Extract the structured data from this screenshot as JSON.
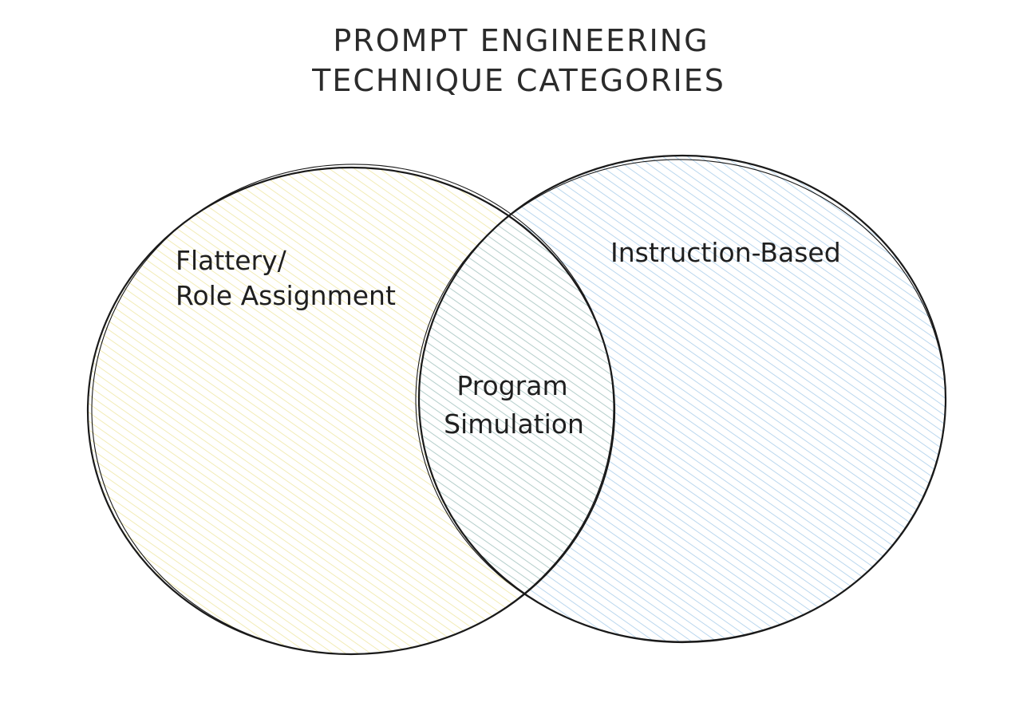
{
  "title": {
    "line1": "PROMPT ENGINEERING",
    "line2": "TECHNIQUE CATEGORIES"
  },
  "sets": {
    "left": {
      "label_line1": "Flattery/",
      "label_line2": "Role Assignment",
      "color": "#e6dc7a"
    },
    "right": {
      "label": "Instruction-Based",
      "color": "#8cbde3"
    },
    "overlap": {
      "label_line1": "Program",
      "label_line2": "Simulation"
    }
  },
  "colors": {
    "outline": "#1a1a1a",
    "text": "#1f1f1f"
  }
}
